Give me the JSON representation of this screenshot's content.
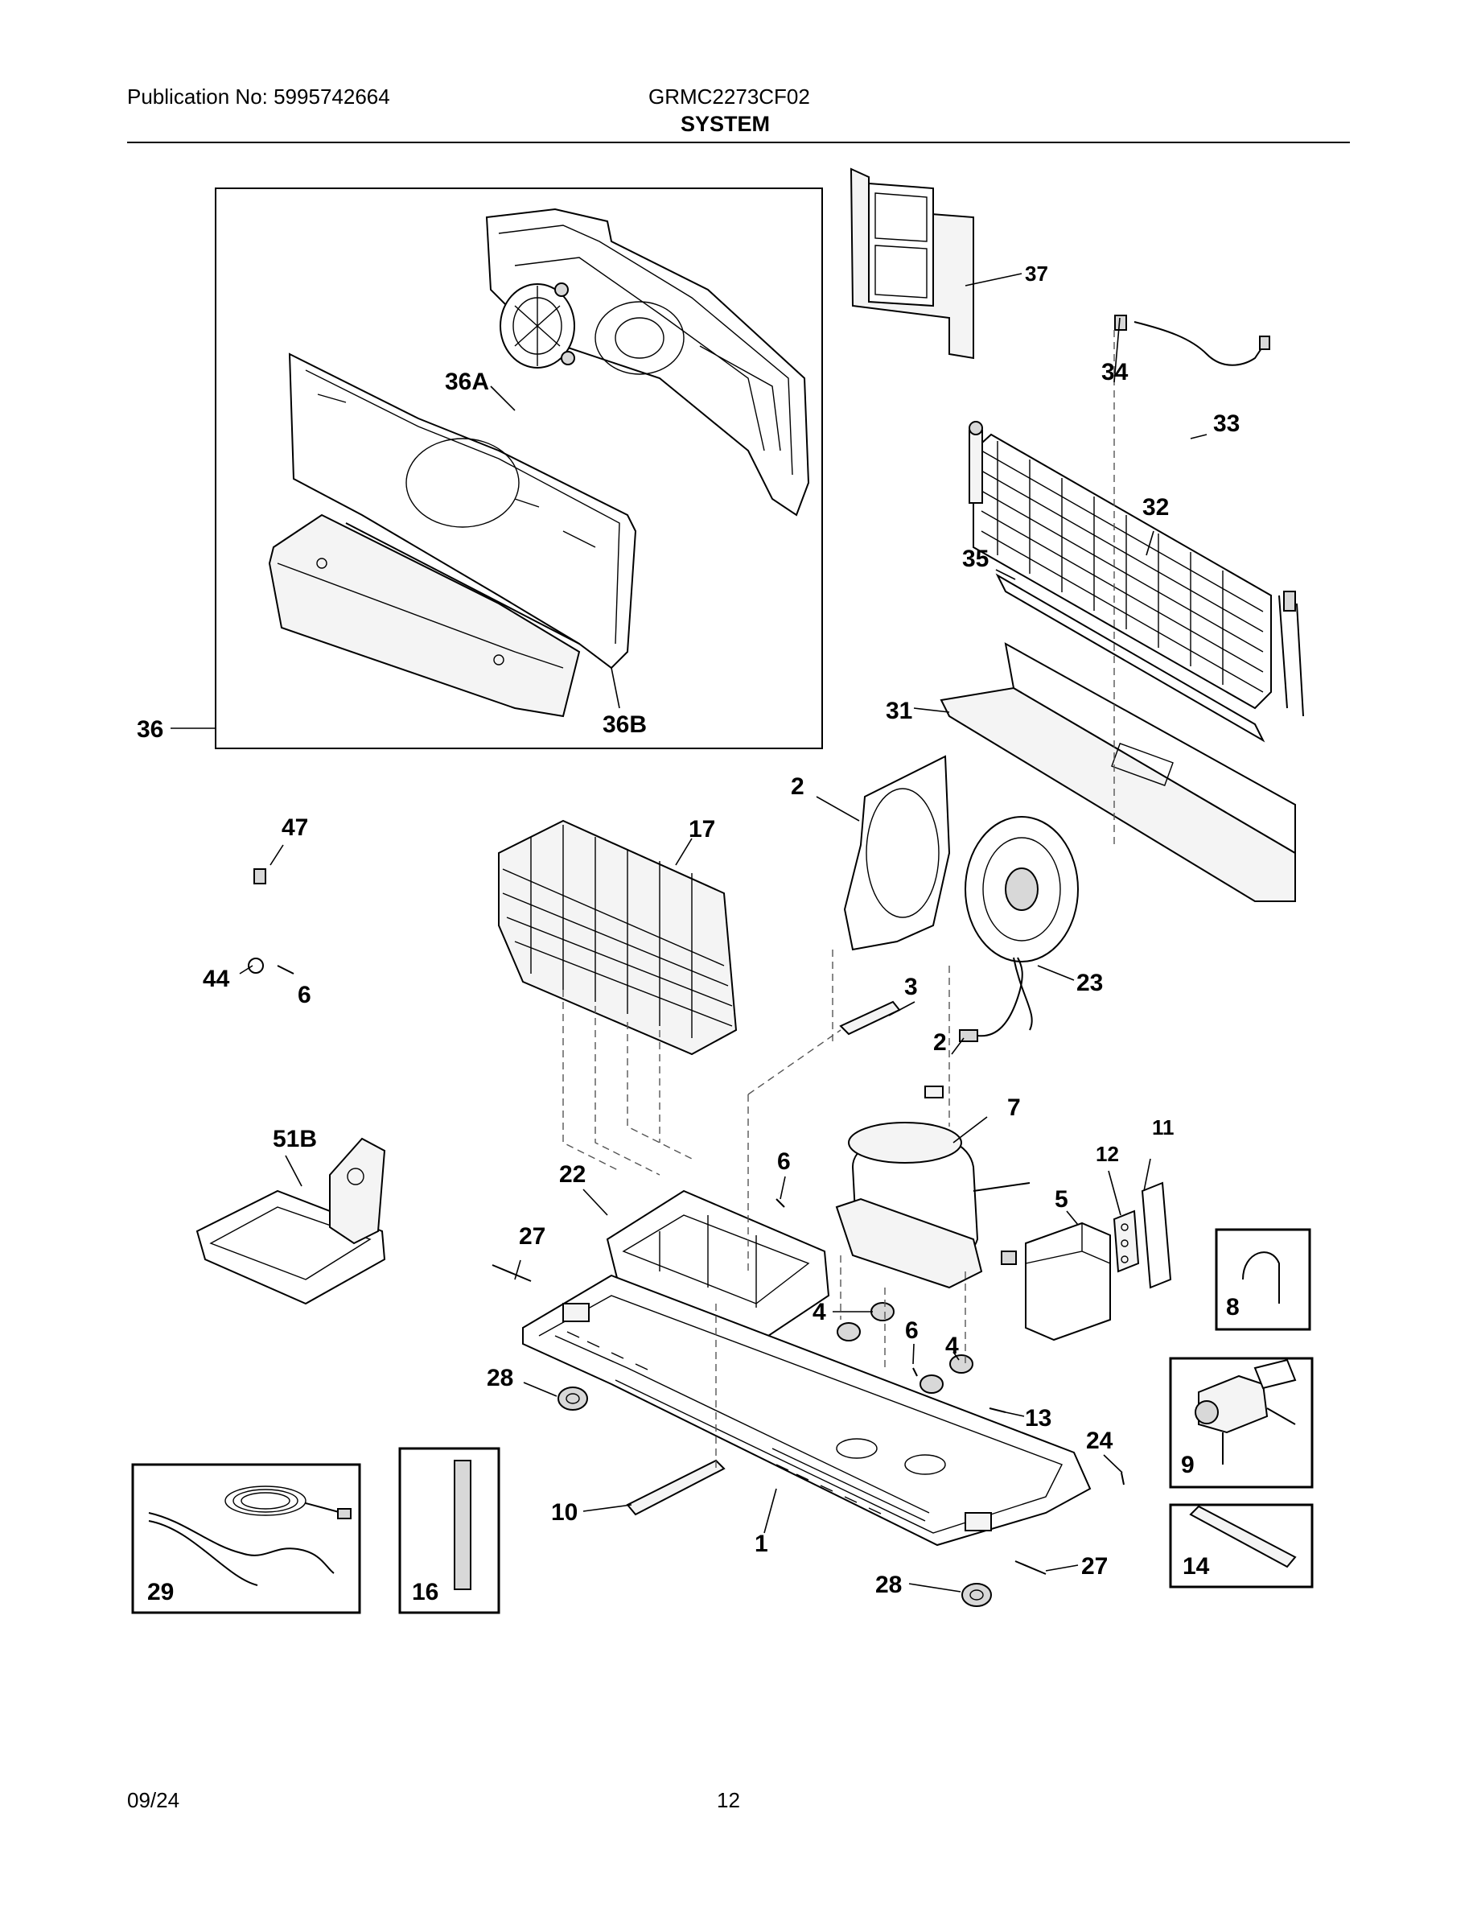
{
  "header": {
    "publication": "Publication No: 5995742664",
    "model": "GRMC2273CF02",
    "section": "SYSTEM"
  },
  "footer": {
    "date": "09/24",
    "page": "12"
  },
  "callouts": {
    "c36": "36",
    "c36A": "36A",
    "c36B": "36B",
    "c37": "37",
    "c34": "34",
    "c33": "33",
    "c32": "32",
    "c35": "35",
    "c31": "31",
    "c2a": "2",
    "c47": "47",
    "c17": "17",
    "c23": "23",
    "c44": "44",
    "c6a": "6",
    "c3": "3",
    "c2b": "2",
    "c51B": "51B",
    "c7": "7",
    "c11": "11",
    "c12": "12",
    "c22": "22",
    "c6b": "6",
    "c5": "5",
    "c27a": "27",
    "c8": "8",
    "c4a": "4",
    "c6c": "6",
    "c4b": "4",
    "c28a": "28",
    "c13": "13",
    "c9": "9",
    "c24": "24",
    "c10": "10",
    "c1": "1",
    "c27b": "27",
    "c14": "14",
    "c28b": "28",
    "c29": "29",
    "c16": "16"
  }
}
